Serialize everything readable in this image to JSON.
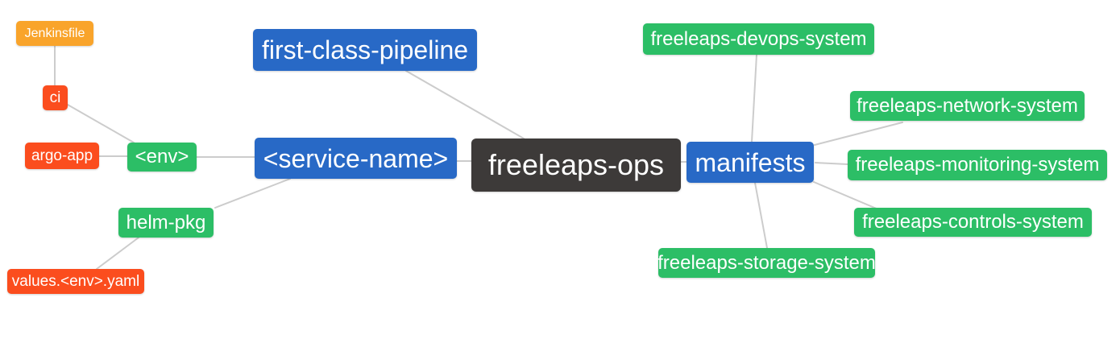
{
  "diagram": {
    "type": "mindmap",
    "root_label": "freeleaps-ops"
  },
  "palette": {
    "lv0": "#3d3a39",
    "lv1": "#2869c6",
    "lv2": "#2cbe66",
    "lv3": "#fb4d1e",
    "lv4": "#f9a42b",
    "edge": "#cccccc",
    "text": "#ffffff",
    "background": "#ffffff"
  },
  "nodes": [
    {
      "id": "freeleaps-ops",
      "label": "freeleaps-ops",
      "depth": 0
    },
    {
      "id": "first-class-pipeline",
      "label": "first-class-pipeline",
      "depth": 1
    },
    {
      "id": "service-name",
      "label": "<service-name>",
      "depth": 1
    },
    {
      "id": "manifests",
      "label": "manifests",
      "depth": 1
    },
    {
      "id": "env",
      "label": "<env>",
      "depth": 2
    },
    {
      "id": "helm-pkg",
      "label": "helm-pkg",
      "depth": 2
    },
    {
      "id": "ci",
      "label": "ci",
      "depth": 3
    },
    {
      "id": "argo-app",
      "label": "argo-app",
      "depth": 3
    },
    {
      "id": "values-env-yaml",
      "label": "values.<env>.yaml",
      "depth": 3
    },
    {
      "id": "jenkinsfile",
      "label": "Jenkinsfile",
      "depth": 4
    },
    {
      "id": "freeleaps-devops-system",
      "label": "freeleaps-devops-system",
      "depth": 2
    },
    {
      "id": "freeleaps-network-system",
      "label": "freeleaps-network-system",
      "depth": 2
    },
    {
      "id": "freeleaps-monitoring-system",
      "label": "freeleaps-monitoring-system",
      "depth": 2
    },
    {
      "id": "freeleaps-controls-system",
      "label": "freeleaps-controls-system",
      "depth": 2
    },
    {
      "id": "freeleaps-storage-system",
      "label": "freeleaps-storage-system",
      "depth": 2
    }
  ],
  "edges": [
    {
      "from": "ci",
      "to": "jenkinsfile"
    },
    {
      "from": "env",
      "to": "ci"
    },
    {
      "from": "env",
      "to": "argo-app"
    },
    {
      "from": "service-name",
      "to": "env"
    },
    {
      "from": "service-name",
      "to": "helm-pkg"
    },
    {
      "from": "helm-pkg",
      "to": "values-env-yaml"
    },
    {
      "from": "freeleaps-ops",
      "to": "first-class-pipeline"
    },
    {
      "from": "freeleaps-ops",
      "to": "service-name"
    },
    {
      "from": "freeleaps-ops",
      "to": "manifests"
    },
    {
      "from": "manifests",
      "to": "freeleaps-devops-system"
    },
    {
      "from": "manifests",
      "to": "freeleaps-network-system"
    },
    {
      "from": "manifests",
      "to": "freeleaps-monitoring-system"
    },
    {
      "from": "manifests",
      "to": "freeleaps-controls-system"
    },
    {
      "from": "manifests",
      "to": "freeleaps-storage-system"
    }
  ]
}
